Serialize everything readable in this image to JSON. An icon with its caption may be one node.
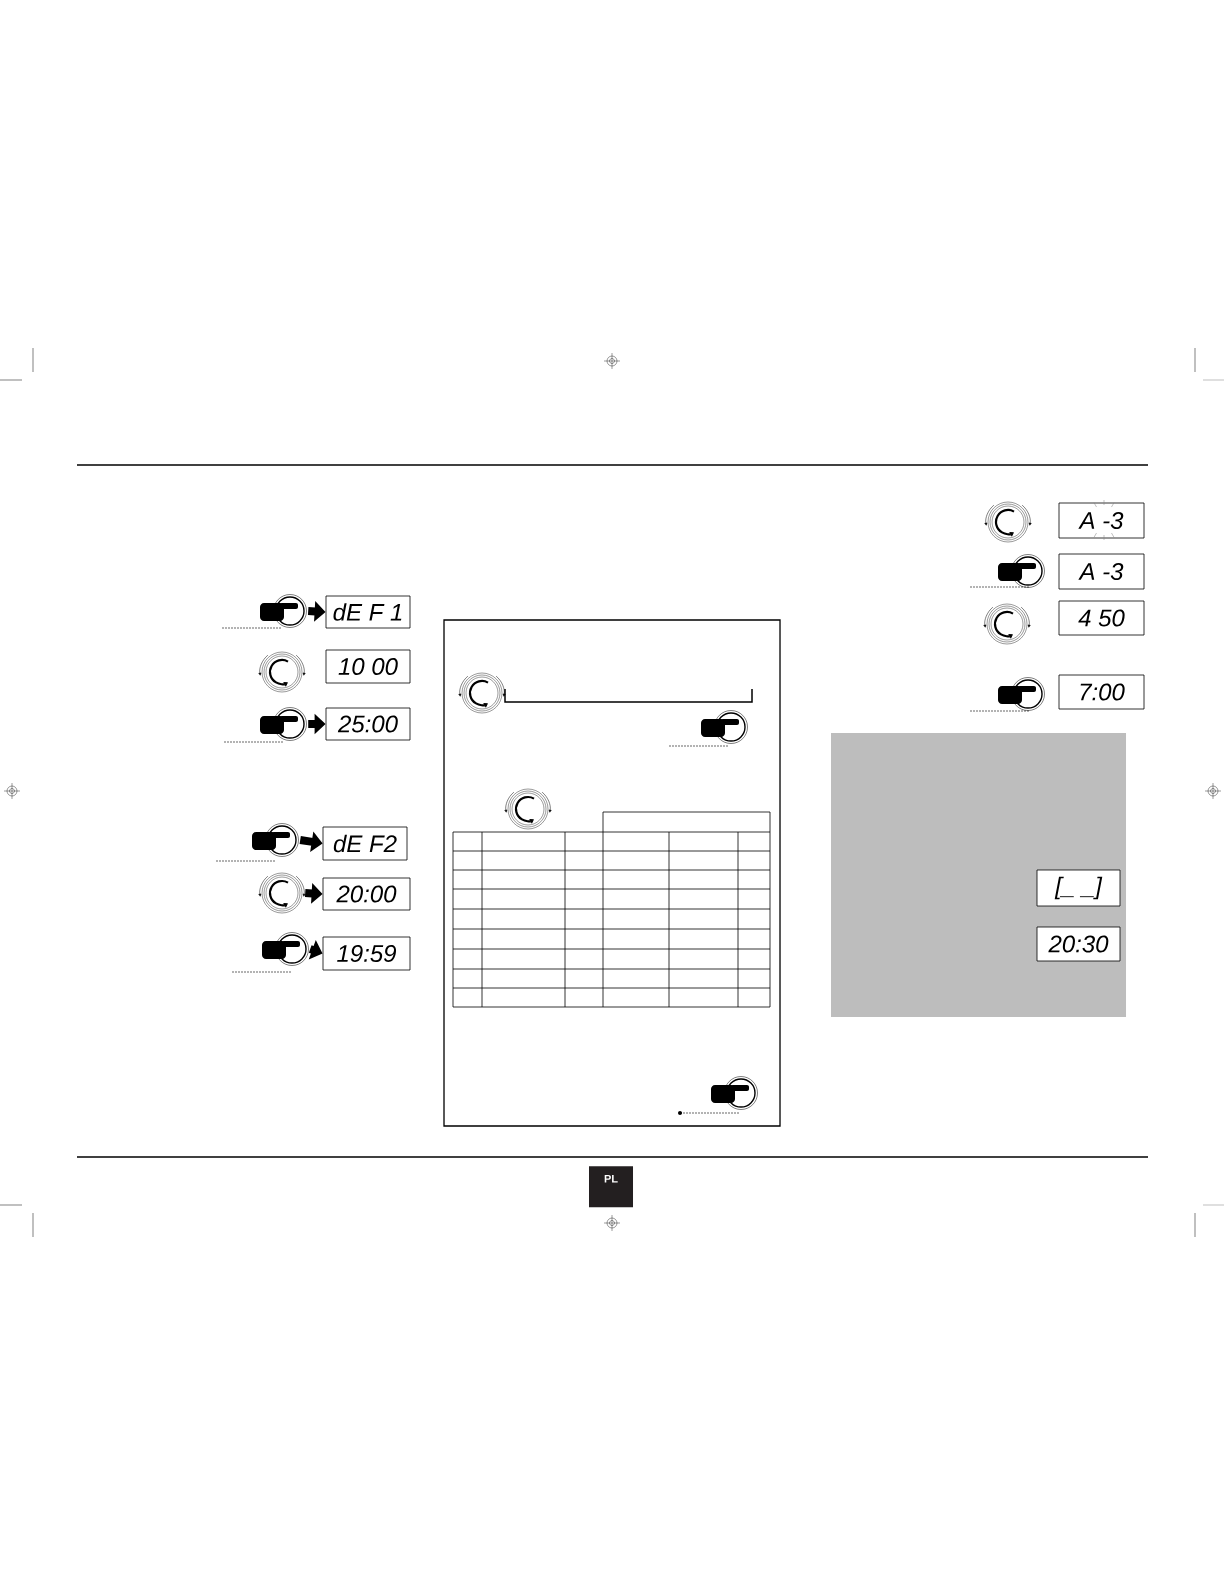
{
  "diagram": {
    "nodes": [
      {
        "text": [
          "dE F 1"
        ]
      },
      {
        "text": [
          "10 00"
        ]
      },
      {
        "text": [
          "25:00"
        ]
      },
      {
        "text": [
          "dE F2"
        ]
      },
      {
        "text": [
          "20:00"
        ]
      },
      {
        "text": [
          "19:59"
        ]
      },
      {
        "text": [
          "A -3"
        ]
      },
      {
        "text": [
          "A -3"
        ]
      },
      {
        "text": [
          "4 50"
        ]
      },
      {
        "text": [
          "7:00"
        ]
      },
      {
        "text": [
          "[_ _]"
        ]
      },
      {
        "text": [
          "20:30"
        ]
      },
      {
        "text": [],
        "shape": "button"
      },
      {
        "text": [],
        "shape": "button"
      },
      {
        "text": [],
        "shape": "button"
      },
      {
        "text": [],
        "shape": "knob"
      },
      {
        "text": [],
        "shape": "button"
      }
    ],
    "edges": [
      {
        "from": 12,
        "to": 0,
        "arrow": "to"
      },
      {
        "from": 13,
        "to": 2,
        "arrow": "to"
      },
      {
        "from": 14,
        "to": 3,
        "arrow": "to"
      },
      {
        "from": 15,
        "to": 4,
        "arrow": "to"
      },
      {
        "from": 16,
        "to": 5,
        "arrow": "to"
      }
    ],
    "labels": [
      "PL"
    ]
  }
}
